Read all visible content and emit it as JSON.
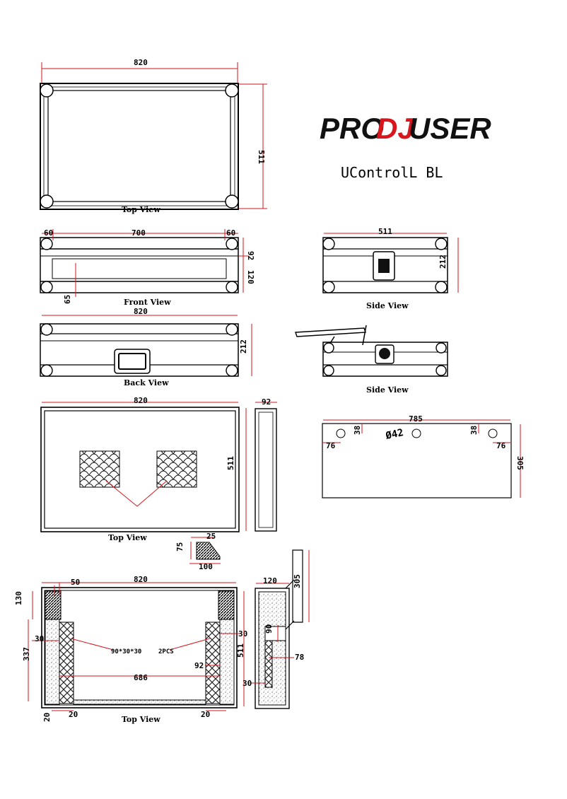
{
  "brand": {
    "logo_text_1": "PRO",
    "logo_text_2": "DJ",
    "logo_text_3": "USER",
    "logo_dark": "#111111",
    "logo_red": "#d7161e"
  },
  "product_name": "UControlL BL",
  "dim_color": "#d7161e",
  "views": {
    "top1": {
      "label": "Top View",
      "width": "820",
      "height": "511"
    },
    "front": {
      "label": "Front View",
      "left": "60",
      "mid": "700",
      "right": "60",
      "h1": "92",
      "h2": "120",
      "inner": "65"
    },
    "side1": {
      "label": "Side View",
      "width": "511",
      "height": "212"
    },
    "back": {
      "label": "Back View",
      "width": "820",
      "height": "212"
    },
    "side2": {
      "label": "Side View"
    },
    "top2": {
      "label": "Top View",
      "width": "820",
      "height": "511",
      "depth": "92"
    },
    "wedge": {
      "w": "100",
      "h": "75",
      "t": "25"
    },
    "panel": {
      "width": "785",
      "height": "305",
      "inset_l": "76",
      "inset_r": "76",
      "off_l": "38",
      "off_r": "38",
      "hole": "Ø42"
    },
    "top3": {
      "label": "Top View",
      "width": "820",
      "d50": "50",
      "d130": "130",
      "d30a": "30",
      "d337": "337",
      "d20a": "20",
      "d20b": "20",
      "d20c": "20",
      "d686": "686",
      "d92": "92",
      "d30b": "30",
      "d511": "511",
      "note_block": "90*30*30",
      "note_pcs": "2PCS"
    },
    "sidecut": {
      "w": "120",
      "h": "305",
      "d90": "90",
      "d78": "78",
      "d30": "30"
    }
  }
}
